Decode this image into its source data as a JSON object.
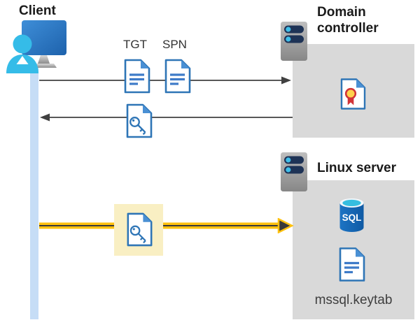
{
  "diagram": {
    "client": {
      "label": "Client"
    },
    "tickets": {
      "tgt_label": "TGT",
      "spn_label": "SPN"
    },
    "domain_controller": {
      "label": "Domain controller"
    },
    "linux_server": {
      "label": "Linux server",
      "sql_badge": "SQL",
      "keytab_label": "mssql.keytab"
    },
    "colors": {
      "doc_border_blue": "#2e75b6",
      "doc_fold_blue": "#4a90d4",
      "doc_line_blue": "#3e7bc8",
      "arrow_gray": "#404040",
      "arrow_yellow": "#ffc10e",
      "highlight_yellow": "#f9efc3",
      "box_gray": "#d9d9d9",
      "lifeline_blue": "#c6ddf6",
      "server_pill_navy": "#1e3356",
      "server_dot_cyan": "#3fbee8",
      "sql_body_blue": "#1464b0",
      "sql_top_cyan": "#35bee0",
      "cert_ribbon_red": "#d13438",
      "cert_seal_yellow": "#ffd34d",
      "person_cyan": "#35bce8"
    }
  }
}
